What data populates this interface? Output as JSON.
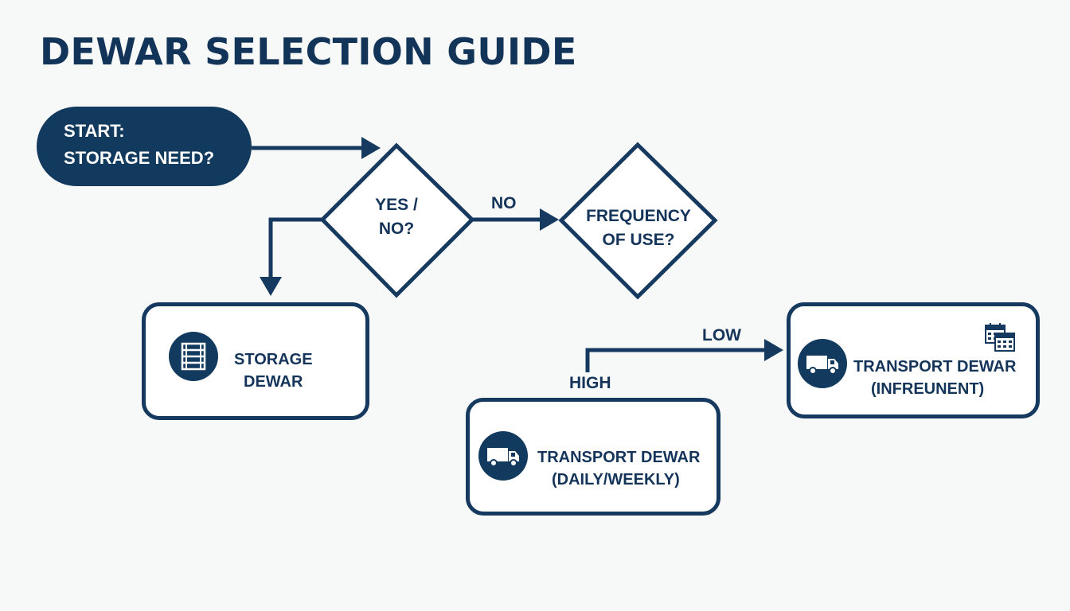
{
  "title": "DEWAR SELECTION GUIDE",
  "colors": {
    "primary": "#123a5e",
    "line": "#163a5f",
    "background": "#f7f8f8",
    "box_fill": "#ffffff",
    "start_text": "#ffffff"
  },
  "start": {
    "line1": "START:",
    "line2": "STORAGE NEED?"
  },
  "decision_storage": {
    "line1": "YES /",
    "line2": "NO?"
  },
  "decision_frequency": {
    "line1": "FREQUENCY",
    "line2": "OF USE?"
  },
  "edge_labels": {
    "no": "NO",
    "low": "LOW",
    "high": "HIGH"
  },
  "results": {
    "storage": {
      "line1": "STORAGE",
      "line2": "DEWAR",
      "icon": "storage-rack-icon"
    },
    "transport_daily": {
      "line1": "TRANSPORT DEWAR",
      "line2": "(DAILY/WEEKLY)",
      "icon": "truck-icon"
    },
    "transport_infrequent": {
      "line1": "TRANSPORT DEWAR",
      "line2": "(INFREUNENT)",
      "icon": "truck-icon",
      "badge_icon": "calendar-icon"
    }
  }
}
